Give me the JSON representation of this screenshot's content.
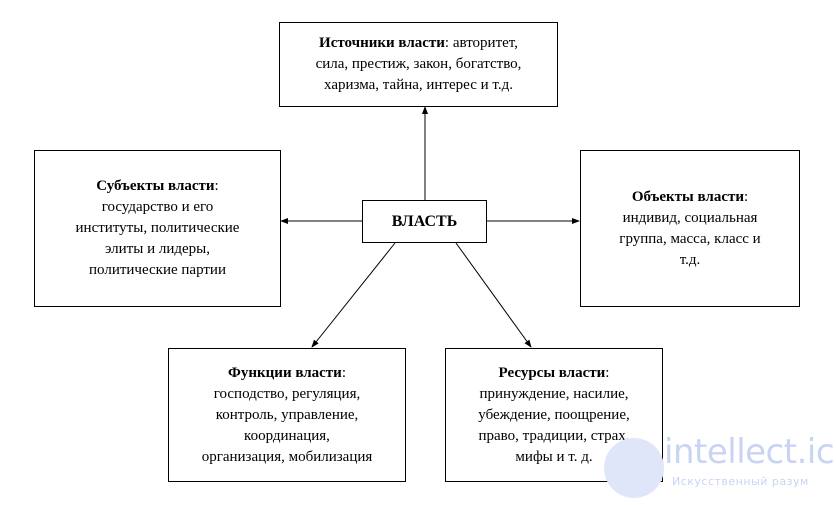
{
  "center": {
    "label": "ВЛАСТЬ"
  },
  "boxes": {
    "sources": {
      "title": "Источники власти",
      "lines": [
        ": авторитет,",
        "сила, престиж, закон, богатство,",
        "харизма, тайна, интерес и т.д."
      ]
    },
    "subjects": {
      "title": "Субъекты власти",
      "lines": [
        ":",
        "государство и его",
        "институты, политические",
        "элиты и лидеры,",
        "политические партии"
      ]
    },
    "objects": {
      "title": "Объекты власти",
      "lines": [
        ":",
        "индивид, социальная",
        "группа, масса, класс и",
        "т.д."
      ]
    },
    "functions": {
      "title": "Функции власти",
      "lines": [
        ":",
        "господство, регуляция,",
        "контроль, управление,",
        "координация,",
        "организация, мобилизация"
      ]
    },
    "resources": {
      "title": "Ресурсы власти",
      "lines": [
        ":",
        "принуждение, насилие,",
        "убеждение, поощрение,",
        "право, традиции, страх,",
        "мифы и т. д."
      ]
    }
  },
  "watermark": {
    "title": "intellect.icu",
    "subtitle": "Искусственный разум"
  }
}
